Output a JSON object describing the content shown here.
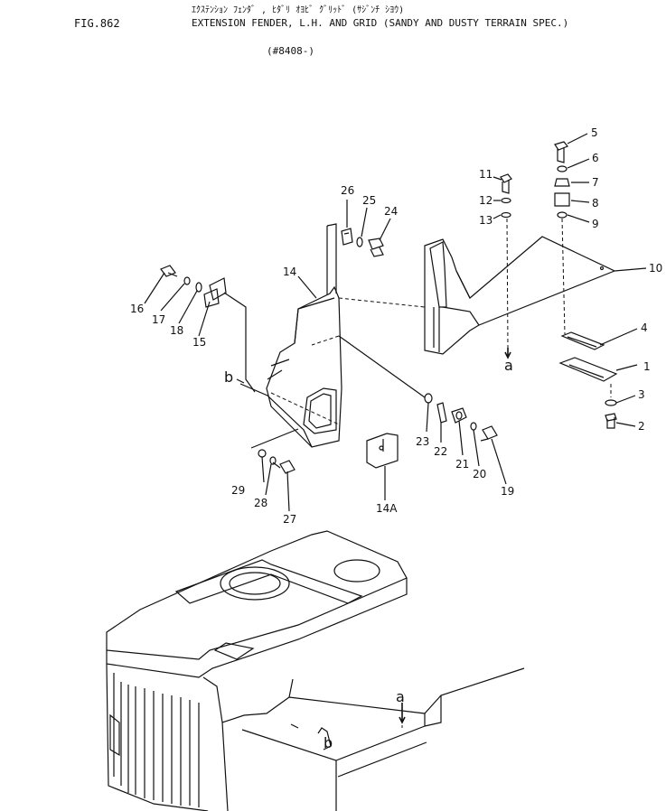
{
  "header": {
    "fig": "FIG.862",
    "jp_title": "ｴｸｽﾃﾝｼｮﾝ ﾌｪﾝﾀﾞ , ﾋﾀﾞﾘ ｵﾖﾋﾞ ｸﾞﾘｯﾄﾞ (ｻｼﾞﾝﾁ ｼﾖｳ)",
    "en_title": "EXTENSION FENDER, L.H. AND GRID (SANDY AND DUSTY TERRAIN SPEC.)",
    "serial": "(#8408-)"
  },
  "callouts": {
    "c1": "1",
    "c2": "2",
    "c3": "3",
    "c4": "4",
    "c5": "5",
    "c6": "6",
    "c7": "7",
    "c8": "8",
    "c9": "9",
    "c10": "10",
    "c11": "11",
    "c12": "12",
    "c13": "13",
    "c14": "14",
    "c14a": "14A",
    "c15": "15",
    "c16": "16",
    "c17": "17",
    "c18": "18",
    "c19": "19",
    "c20": "20",
    "c21": "21",
    "c22": "22",
    "c23": "23",
    "c24": "24",
    "c25": "25",
    "c26": "26",
    "c27": "27",
    "c28": "28",
    "c29": "29"
  },
  "ref_letters": {
    "a": "a",
    "b": "b"
  }
}
